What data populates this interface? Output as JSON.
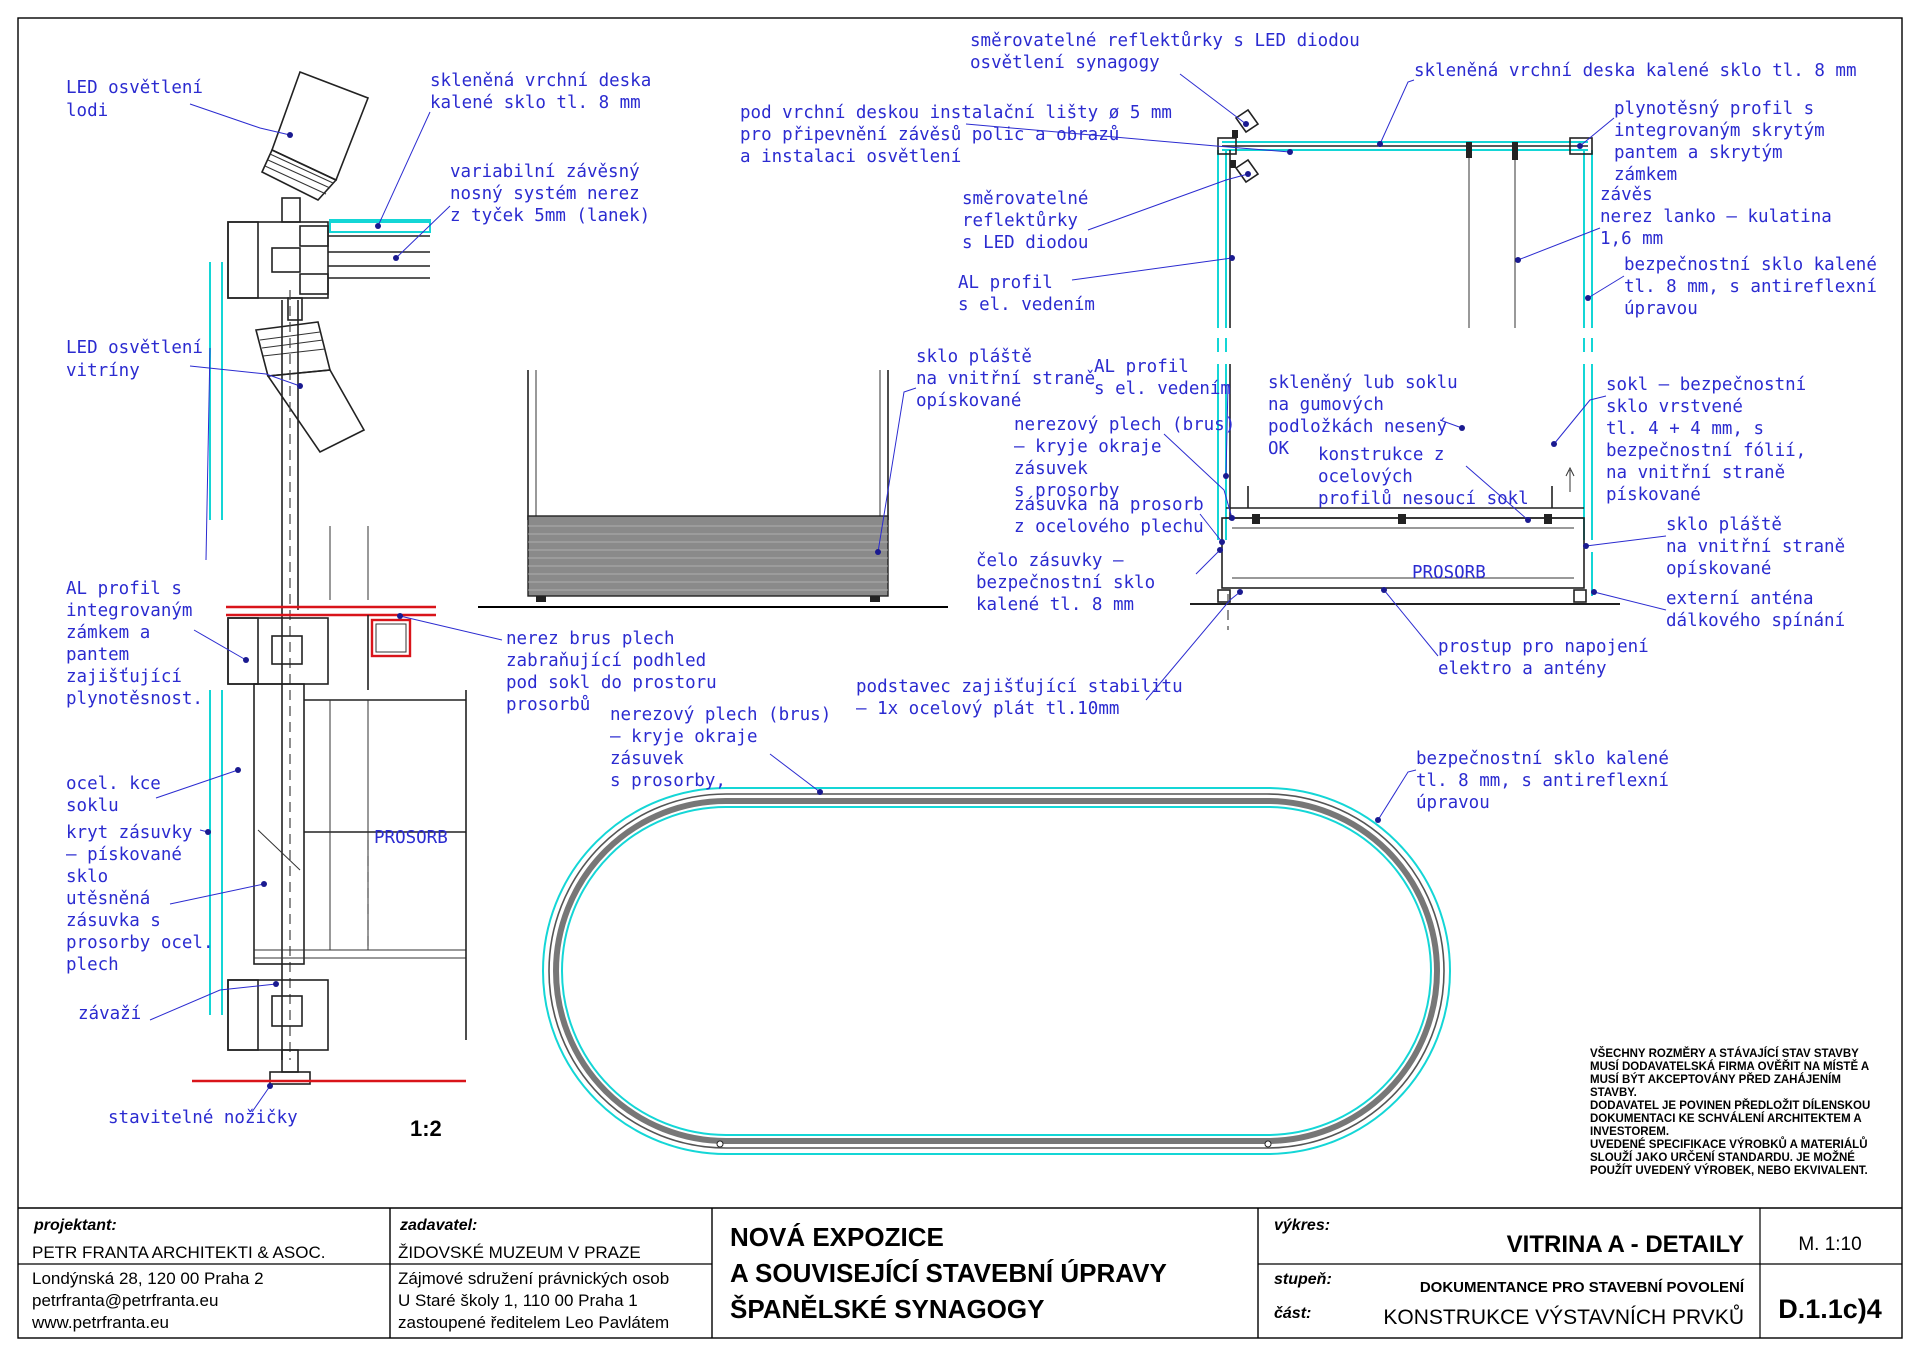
{
  "sheet": {
    "section_scale": "1:2"
  },
  "labels_left": {
    "led_lodi": [
      "LED osvětlení",
      "lodi"
    ],
    "sklenena_deska": [
      "skleněná vrchní deska",
      "kalené sklo tl. 8 mm"
    ],
    "zavesny_system": [
      "variabilní závěsný",
      "nosný systém nerez",
      "z tyček 5mm (lanek)"
    ],
    "led_vitriny": [
      "LED osvětlení",
      "vitríny"
    ],
    "al_profil": [
      "AL profil s",
      "integrovaným",
      "zámkem a",
      "pantem",
      "zajišťující",
      "plynotěsnost."
    ],
    "ocel_kce": [
      "ocel. kce",
      "soklu"
    ],
    "kryt_zasuvky": [
      "kryt zásuvky",
      "– pískované",
      "sklo"
    ],
    "utesnena_zasuvka": [
      "utěsněná",
      "zásuvka s",
      "prosorby ocel.",
      "plech"
    ],
    "zavazi": [
      "závaží"
    ],
    "nozicky": [
      "stavitelné nožičky"
    ],
    "nerez_brus": [
      "nerez brus plech",
      "zabraňující podhled",
      "pod sokl do prostoru",
      "prosorbů"
    ],
    "prosorb_tag": "PROSORB"
  },
  "labels_middle": {
    "sklo_plaste": [
      "sklo pláště",
      "na vnitřní straně",
      "opískované"
    ],
    "nerezovy_plech_plan": [
      "nerezový plech (brus)",
      "– kryje okraje",
      "zásuvek",
      "s prosorby,"
    ]
  },
  "labels_right": {
    "reflektory_synagogy": [
      "směrovatelné reflektůrky s LED diodou",
      "osvětlení synagogy"
    ],
    "vrchni_deska": [
      "skleněná vrchní deska kalené sklo tl. 8 mm"
    ],
    "instalacni_listy": [
      "pod vrchní deskou instalační lišty ø 5 mm",
      "pro připevnění závěsů polic a obrazů",
      "a instalaci osvětlení"
    ],
    "plynotesny_profil": [
      "plynotěsný profil s",
      "integrovaným skrytým",
      "pantem a skrytým",
      "zámkem"
    ],
    "zaves": [
      "závěs",
      "nerez lanko – kulatina",
      "1,6 mm"
    ],
    "reflektory_vitriny": [
      "směrovatelné",
      "reflektůrky",
      "s LED diodou"
    ],
    "al_profil_1": [
      "AL profil",
      "s el. vedením"
    ],
    "bezpecnostni_sklo": [
      "bezpečnostní sklo kalené",
      "tl. 8 mm, s antireflexní",
      "úpravou"
    ],
    "al_profil_2": [
      "AL profil",
      "s el. vedením"
    ],
    "lub_soklu": [
      "skleněný lub soklu",
      "na gumových",
      "podložkách nesený",
      "OK"
    ],
    "sokl_sklo": [
      "sokl – bezpečnostní",
      "sklo vrstvené",
      "tl. 4 + 4 mm, s",
      "bezpečnostní fólií,",
      "na vnitřní straně",
      "pískované"
    ],
    "nerezovy_plech": [
      "nerezový plech (brus)",
      "– kryje okraje",
      "zásuvek",
      "s prosorby"
    ],
    "konstrukce": [
      "konstrukce z",
      "ocelových",
      "profilů nesoucí sokl"
    ],
    "zasuvka_prosorb": [
      "zásuvka na prosorb",
      "z ocelového plechu"
    ],
    "sklo_plaste": [
      "sklo pláště",
      "na vnitřní straně",
      "opískované"
    ],
    "celo_zasuvky": [
      "čelo zásuvky –",
      "bezpečnostní sklo",
      "kalené tl. 8 mm"
    ],
    "antena": [
      "externí anténa",
      "dálkového spínání"
    ],
    "prostup": [
      "prostup pro napojení",
      "elektro a antény"
    ],
    "podstavec": [
      "podstavec zajišťující stabilitu",
      "– 1x ocelový plát tl.10mm"
    ],
    "prosorb_tag": "PROSORB"
  },
  "labels_plan": {
    "bezpecnostni_sklo": [
      "bezpečnostní sklo kalené",
      "tl. 8 mm, s antireflexní",
      "úpravou"
    ]
  },
  "notes": [
    "VŠECHNY ROZMĚRY A STÁVAJÍCÍ STAV STAVBY",
    "MUSÍ DODAVATELSKÁ FIRMA OVĚŘIT NA MÍSTĚ A",
    "MUSÍ BÝT AKCEPTOVÁNY PŘED ZAHÁJENÍM",
    "STAVBY.",
    "DODAVATEL JE POVINEN PŘEDLOŽIT DÍLENSKOU",
    "DOKUMENTACI KE SCHVÁLENÍ ARCHITEKTEM A",
    "INVESTOREM.",
    "UVEDENÉ SPECIFIKACE VÝROBKŮ A MATERIÁLŮ",
    "SLOUŽÍ JAKO URČENÍ STANDARDU. JE MOŽNÉ",
    "POUŽÍT UVEDENÝ VÝROBEK, NEBO EKVIVALENT."
  ],
  "title_block": {
    "projektant_caption": "projektant:",
    "projektant_name": "PETR FRANTA ARCHITEKTI & ASOC.",
    "projektant_address": [
      "Londýnská 28, 120 00 Praha 2",
      "petrfranta@petrfranta.eu",
      "www.petrfranta.eu"
    ],
    "zadavatel_caption": "zadavatel:",
    "zadavatel_name": "ŽIDOVSKÉ MUZEUM V PRAZE",
    "zadavatel_address": [
      "Zájmové sdružení právnických osob",
      "U Staré školy 1, 110 00 Praha 1",
      "zastoupené ředitelem Leo Pavlátem"
    ],
    "project_title": [
      "NOVÁ EXPOZICE",
      "A SOUVISEJÍCÍ STAVEBNÍ ÚPRAVY",
      "ŠPANĚLSKÉ SYNAGOGY"
    ],
    "vykres_caption": "výkres:",
    "vykres_name": "VITRINA A - DETAILY",
    "scale": "M. 1:10",
    "stupen_caption": "stupeň:",
    "stupen_value": "DOKUMENTANCE PRO STAVEBNÍ POVOLENÍ",
    "cast_caption": "část:",
    "cast_value": "KONSTRUKCE VÝSTAVNÍCH PRVKŮ",
    "drawing_number": "D.1.1c)4"
  }
}
